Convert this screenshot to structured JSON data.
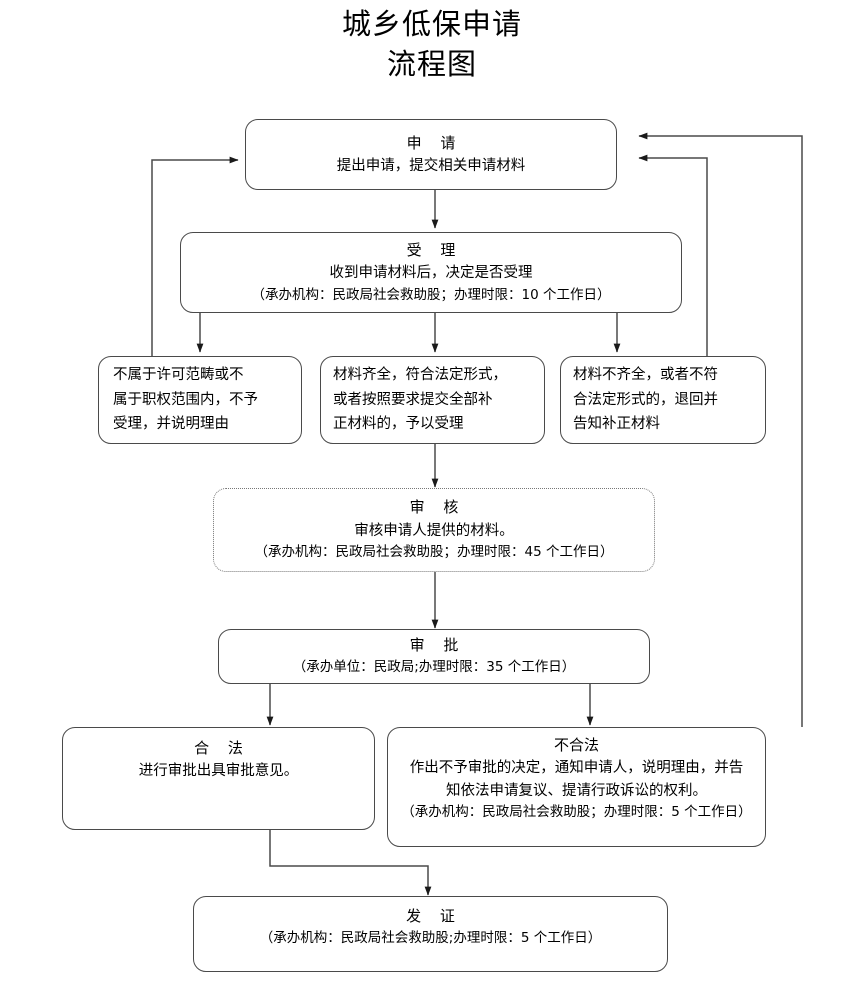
{
  "title": {
    "line1": "城乡低保申请",
    "line2": "流程图"
  },
  "nodes": {
    "apply": {
      "heading": "申  请",
      "line1": "提出申请，提交相关申请材料"
    },
    "accept": {
      "heading": "受  理",
      "line1": "收到申请材料后，决定是否受理",
      "line2": "（承办机构：民政局社会救助股；办理时限：10 个工作日）"
    },
    "reject_scope": {
      "line1": "不属于许可范畴或不",
      "line2": "属于职权范围内，不予",
      "line3": "受理，并说明理由"
    },
    "accept_ok": {
      "line1": "材料齐全，符合法定形式，",
      "line2": "或者按照要求提交全部补",
      "line3": "正材料的，予以受理"
    },
    "incomplete": {
      "line1": "材料不齐全，或者不符",
      "line2": "合法定形式的，退回并",
      "line3": "告知补正材料"
    },
    "review": {
      "heading": "审  核",
      "line1": "审核申请人提供的材料。",
      "line2": "（承办机构：民政局社会救助股；办理时限：45 个工作日）"
    },
    "approve": {
      "heading": "审  批",
      "line1": "（承办单位：民政局;办理时限：35 个工作日）"
    },
    "legal": {
      "heading": "合  法",
      "line1": "进行审批出具审批意见。"
    },
    "illegal": {
      "heading": "不合法",
      "line1": "作出不予审批的决定，通知申请人，说明理由，并告",
      "line2": "知依法申请复议、提请行政诉讼的权利。",
      "line3": "（承办机构：民政局社会救助股；办理时限：5 个工作日）"
    },
    "issue": {
      "heading": "发  证",
      "line1": "（承办机构：民政局社会救助股;办理时限：5 个工作日）"
    }
  },
  "colors": {
    "line": "#4a4a4a",
    "arrow": "#1a1a1a",
    "text": "#000000",
    "background": "#ffffff"
  }
}
